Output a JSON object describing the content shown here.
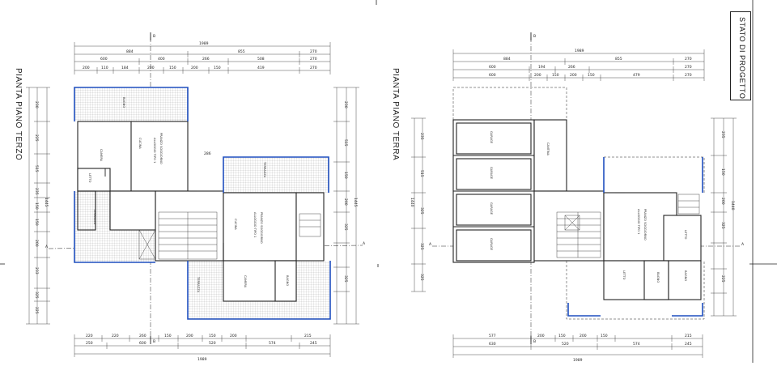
{
  "titles": {
    "left_plan": "PIANTA PIANO TERZO",
    "right_plan": "PIANTA PIANO TERRA",
    "stamp": "STATO DI PROGETTO"
  },
  "section_markers": {
    "top": "B",
    "side": "A"
  },
  "left_plan": {
    "top_dims": {
      "total": "1989",
      "row1": [
        "884",
        "855",
        "270"
      ],
      "row2": [
        "600",
        "400",
        "266",
        "508",
        "270"
      ],
      "row3": [
        "200",
        "110",
        "184",
        "200",
        "150",
        "200",
        "150",
        "419",
        "270"
      ]
    },
    "bottom_dims": {
      "row1": [
        "220",
        "220",
        "260",
        "150",
        "200",
        "150",
        "200",
        "215"
      ],
      "row2": [
        "250",
        "600",
        "520",
        "574",
        "245"
      ],
      "total": "1989"
    },
    "side_dims": [
      "230",
      "225",
      "515",
      "235",
      "150",
      "150",
      "200",
      "233",
      "325",
      "225",
      "325"
    ],
    "side_total": "1445",
    "mid_dim": "286",
    "rooms": [
      "CAMERA",
      "LETTO",
      "BAGNO",
      "CUCINA",
      "PRANZO SOGGIORNO",
      "ALLOGGIO TIPO 1",
      "TERRAZZA"
    ]
  },
  "right_plan": {
    "top_dims": {
      "total": "1989",
      "row1": [
        "884",
        "855",
        "270"
      ],
      "row2": [
        "600",
        "194",
        "266",
        "270"
      ],
      "row3": [
        "600",
        "200",
        "150",
        "200",
        "150",
        "479",
        "270"
      ]
    },
    "bottom_dims": {
      "row1": [
        "577",
        "200",
        "150",
        "200",
        "150",
        "215"
      ],
      "row2": [
        "630",
        "520",
        "574",
        "245"
      ],
      "total": "1989"
    },
    "side_dims": [
      "235",
      "515",
      "150",
      "325",
      "200",
      "325",
      "225",
      "325"
    ],
    "side_total": "1440",
    "rooms": [
      "GARAGE",
      "CANTINA",
      "PRANZO SOGGIORNO",
      "ALLOGGIO TIPO 1",
      "LETTO",
      "BAGNO"
    ]
  },
  "colors": {
    "line": "#222222",
    "highlight_wall": "#1f4fbf",
    "hatch": "#9a9a9a"
  }
}
